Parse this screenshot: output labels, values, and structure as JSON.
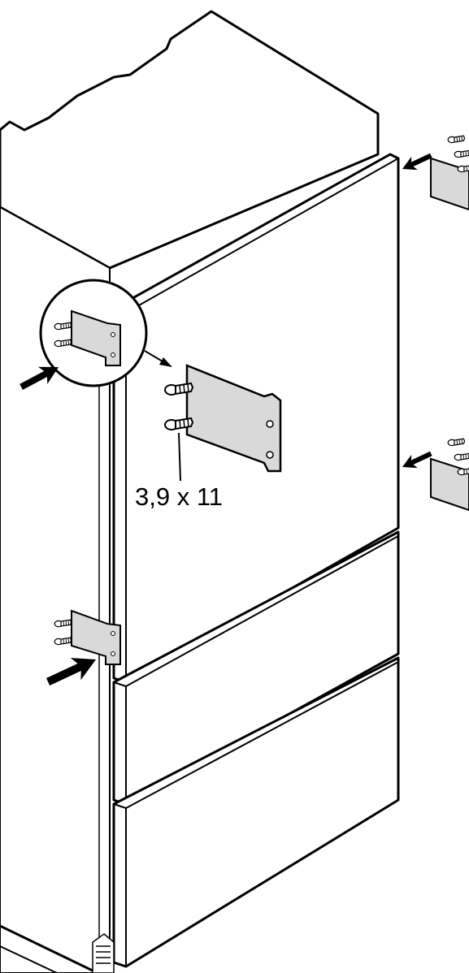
{
  "diagram": {
    "screw_size_label": "3,9 x 11"
  },
  "colors": {
    "line": "#000000",
    "bracket_fill": "#d9d9d9",
    "background": "#ffffff"
  },
  "icons": [
    "screw-icon",
    "arrow-icon",
    "mounting-bracket",
    "magnify-circle"
  ]
}
